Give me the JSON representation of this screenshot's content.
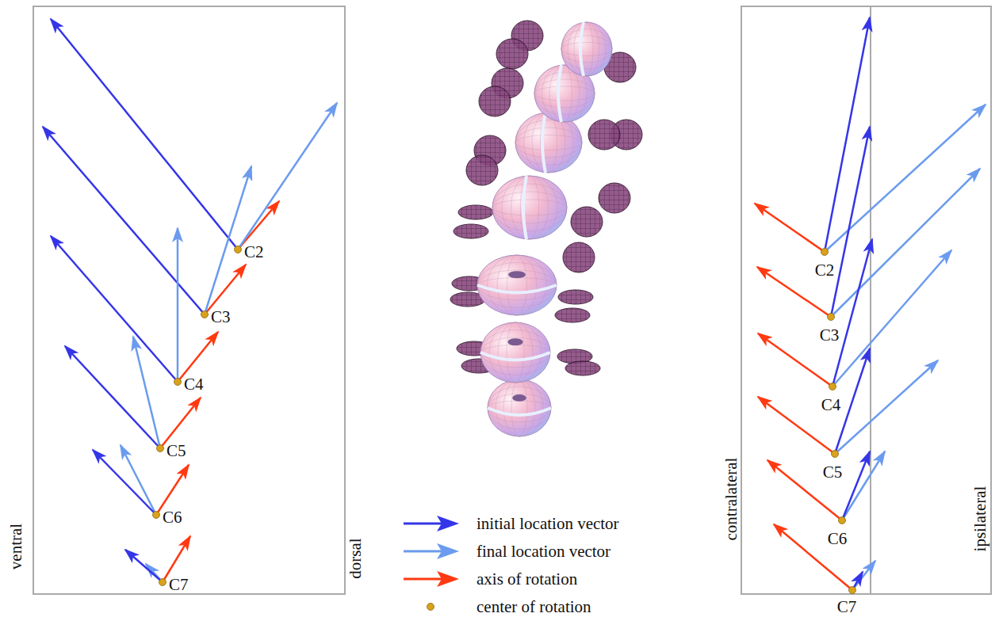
{
  "diagram": {
    "labels": [
      "C2",
      "C3",
      "C4",
      "C5",
      "C6",
      "C7",
      "ventral",
      "dorsal",
      "C2",
      "C3",
      "C4",
      "C5",
      "C6",
      "C7",
      "contralateral",
      "ipsilateral"
    ],
    "legend": [
      {
        "text": "initial location vector"
      },
      {
        "text": "final location vector"
      },
      {
        "text": "axis of rotation"
      },
      {
        "text": "center of rotation"
      }
    ]
  }
}
